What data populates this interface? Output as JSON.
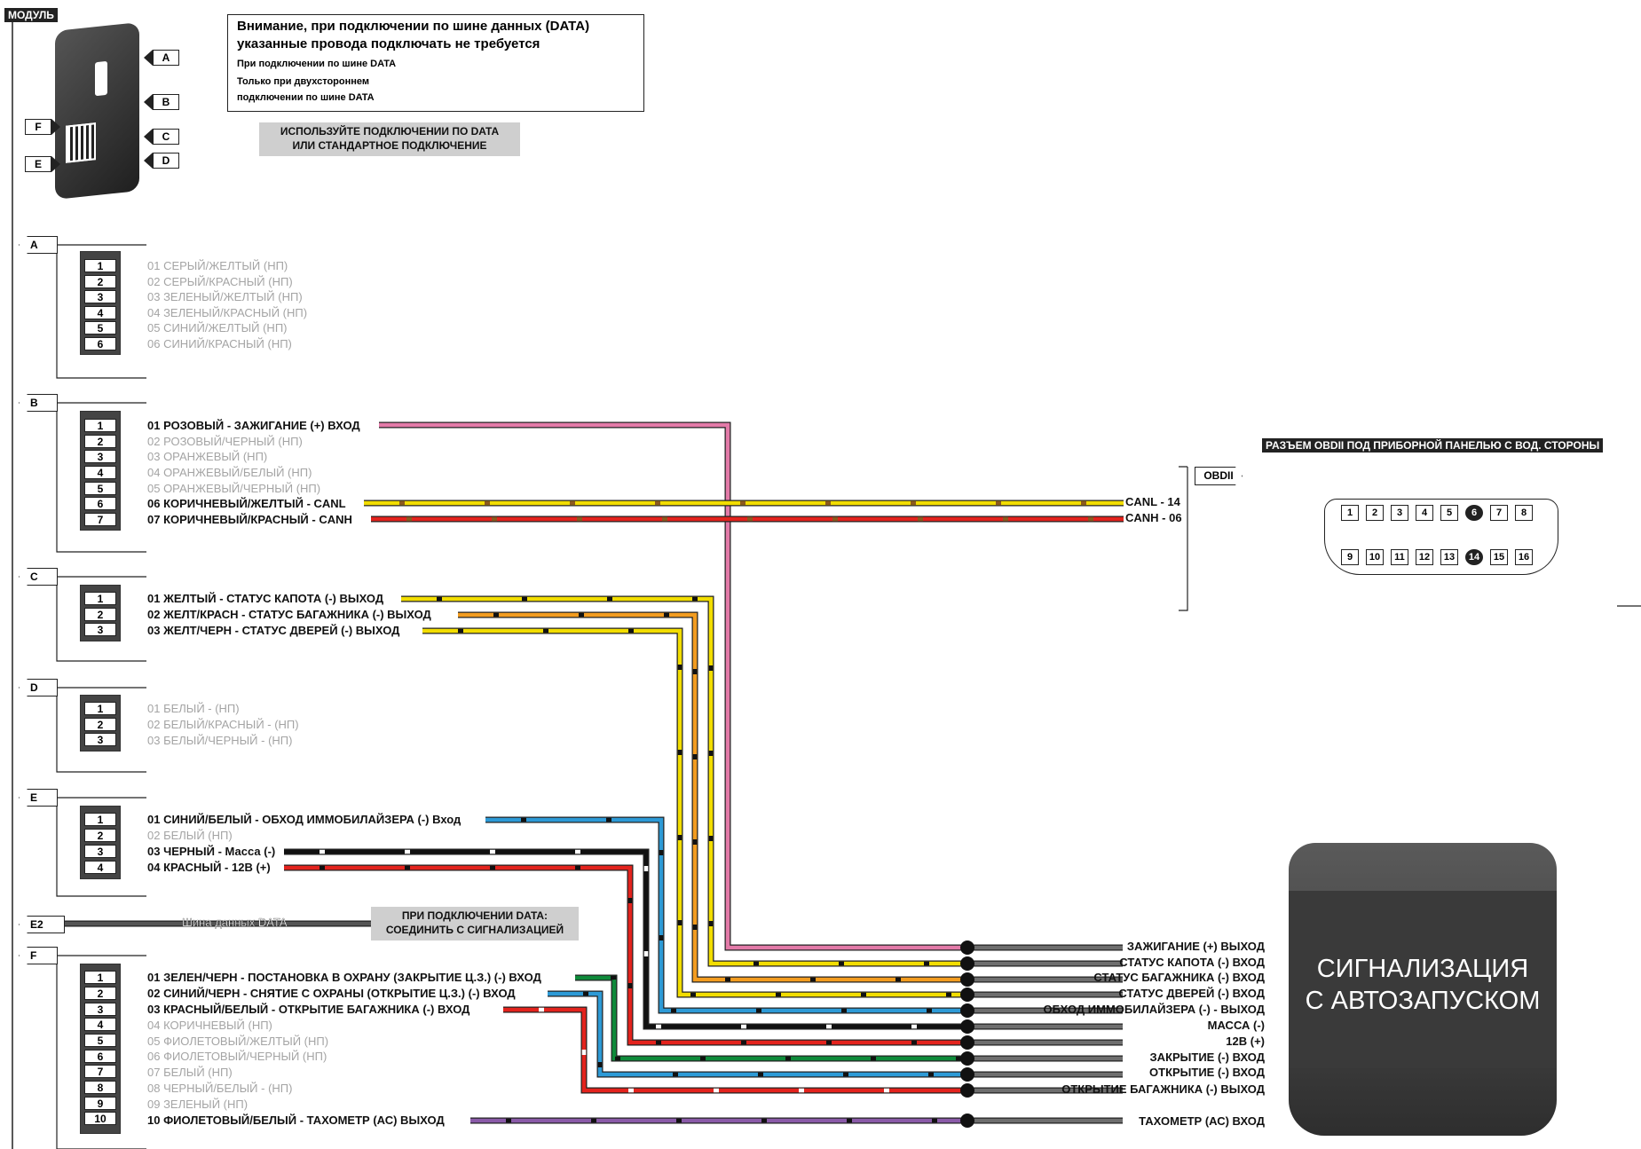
{
  "module": {
    "title": "МОДУЛЬ"
  },
  "module_ports": [
    "A",
    "B",
    "C",
    "D",
    "F",
    "E"
  ],
  "note": {
    "line1": "Внимание, при подключении по шине данных (DATA)",
    "line2": "указанные провода подключать не требуется",
    "legend1": "При подключении по шине DATA",
    "legend2a": "Только при двухстороннем",
    "legend2b": "подключении по шине DATA"
  },
  "grey_note": {
    "line1": "ИСПОЛЬЗУЙТЕ ПОДКЛЮЧЕНИИ ПО DATA",
    "line2": "ИЛИ СТАНДАРТНОЕ ПОДКЛЮЧЕНИЕ"
  },
  "sections": {
    "A": {
      "tag": "A",
      "pins": [
        "1",
        "2",
        "3",
        "4",
        "5",
        "6"
      ],
      "wires": [
        {
          "text": "01 СЕРЫЙ/ЖЕЛТЫЙ (НП)",
          "used": false
        },
        {
          "text": "02 СЕРЫЙ/КРАСНЫЙ (НП)",
          "used": false
        },
        {
          "text": "03 ЗЕЛЕНЫЙ/ЖЕЛТЫЙ (НП)",
          "used": false
        },
        {
          "text": "04 ЗЕЛЕНЫЙ/КРАСНЫЙ (НП)",
          "used": false
        },
        {
          "text": "05 СИНИЙ/ЖЕЛТЫЙ (НП)",
          "used": false
        },
        {
          "text": "06 СИНИЙ/КРАСНЫЙ (НП)",
          "used": false
        }
      ]
    },
    "B": {
      "tag": "B",
      "pins": [
        "1",
        "2",
        "3",
        "4",
        "5",
        "6",
        "7"
      ],
      "wires": [
        {
          "text": "01 РОЗОВЫЙ - ЗАЖИГАНИЕ (+) ВХОД",
          "used": true
        },
        {
          "text": "02 РОЗОВЫЙ/ЧЕРНЫЙ (НП)",
          "used": false
        },
        {
          "text": "03 ОРАНЖЕВЫЙ (НП)",
          "used": false
        },
        {
          "text": "04 ОРАНЖЕВЫЙ/БЕЛЫЙ (НП)",
          "used": false
        },
        {
          "text": "05 ОРАНЖЕВЫЙ/ЧЕРНЫЙ (НП)",
          "used": false
        },
        {
          "text": "06 КОРИЧНЕВЫЙ/ЖЕЛТЫЙ - CANL",
          "used": true
        },
        {
          "text": "07 КОРИЧНЕВЫЙ/КРАСНЫЙ - CANH",
          "used": true
        }
      ]
    },
    "C": {
      "tag": "C",
      "pins": [
        "1",
        "2",
        "3"
      ],
      "wires": [
        {
          "text": "01 ЖЕЛТЫЙ - СТАТУС КАПОТА (-) ВЫХОД",
          "used": true
        },
        {
          "text": "02 ЖЕЛТ/КРАСН - СТАТУС БАГАЖНИКА (-) ВЫХОД",
          "used": true
        },
        {
          "text": "03 ЖЕЛТ/ЧЕРН - СТАТУС ДВЕРЕЙ (-) ВЫХОД",
          "used": true
        }
      ]
    },
    "D": {
      "tag": "D",
      "pins": [
        "1",
        "2",
        "3"
      ],
      "wires": [
        {
          "text": "01 БЕЛЫЙ - (НП)",
          "used": false
        },
        {
          "text": "02 БЕЛЫЙ/КРАСНЫЙ - (НП)",
          "used": false
        },
        {
          "text": "03 БЕЛЫЙ/ЧЕРНЫЙ - (НП)",
          "used": false
        }
      ]
    },
    "E": {
      "tag": "E",
      "pins": [
        "1",
        "2",
        "3",
        "4"
      ],
      "wires": [
        {
          "text": "01 СИНИЙ/БЕЛЫЙ - ОБХОД ИММОБИЛАЙЗЕРА (-) Вход",
          "used": true
        },
        {
          "text": "02 БЕЛЫЙ (НП)",
          "used": false
        },
        {
          "text": "03 ЧЕРНЫЙ - Масса (-)",
          "used": true
        },
        {
          "text": "04 КРАСНЫЙ - 12В (+)",
          "used": true
        }
      ]
    },
    "E2": {
      "tag": "E2",
      "bus_label": "Шина данных DATA",
      "note1": "ПРИ ПОДКЛЮЧЕНИИ DATA:",
      "note2": "СОЕДИНИТЬ С СИГНАЛИЗАЦИЕЙ"
    },
    "F": {
      "tag": "F",
      "pins": [
        "1",
        "2",
        "3",
        "4",
        "5",
        "6",
        "7",
        "8",
        "9",
        "10"
      ],
      "wires": [
        {
          "text": "01 ЗЕЛЕН/ЧЕРН - ПОСТАНОВКА В ОХРАНУ (ЗАКРЫТИЕ Ц.З.) (-) ВХОД",
          "used": true
        },
        {
          "text": "02 СИНИЙ/ЧЕРН - СНЯТИЕ С ОХРАНЫ (ОТКРЫТИЕ Ц.З.) (-) ВХОД",
          "used": true
        },
        {
          "text": "03 КРАСНЫЙ/БЕЛЫЙ - ОТКРЫТИЕ БАГАЖНИКА (-) ВХОД",
          "used": true
        },
        {
          "text": "04 КОРИЧНЕВЫЙ (НП)",
          "used": false
        },
        {
          "text": "05 ФИОЛЕТОВЫЙ/ЖЕЛТЫЙ (НП)",
          "used": false
        },
        {
          "text": "06 ФИОЛЕТОВЫЙ/ЧЕРНЫЙ (НП)",
          "used": false
        },
        {
          "text": "07 БЕЛЫЙ (НП)",
          "used": false
        },
        {
          "text": "08 ЧЕРНЫЙ/БЕЛЫЙ - (НП)",
          "used": false
        },
        {
          "text": "09 ЗЕЛЕНЫЙ (НП)",
          "used": false
        },
        {
          "text": "10 ФИОЛЕТОВЫЙ/БЕЛЫЙ - ТАХОМЕТР (АС) ВЫХОД",
          "used": true
        }
      ]
    }
  },
  "obd": {
    "header": "РАЗЪЕМ OBDII ПОД ПРИБОРНОЙ ПАНЕЛЬЮ С ВОД. СТОРОНЫ",
    "tag": "OBDII",
    "canl": "CANL - 14",
    "canh": "CANH - 06",
    "top_pins": [
      "1",
      "2",
      "3",
      "4",
      "5",
      "6",
      "7",
      "8"
    ],
    "bottom_pins": [
      "9",
      "10",
      "11",
      "12",
      "13",
      "14",
      "15",
      "16"
    ],
    "highlight": [
      "6",
      "14"
    ]
  },
  "alarm": {
    "line1": "СИГНАЛИЗАЦИЯ",
    "line2": "С АВТОЗАПУСКОМ",
    "outputs": [
      "ЗАЖИГАНИЕ (+) ВЫХОД",
      "СТАТУС КАПОТА (-) ВХОД",
      "СТАТУС БАГАЖНИКА (-) ВХОД",
      "СТАТУС ДВЕРЕЙ (-) ВХОД",
      "ОБХОД ИММОБИЛАЙЗЕРА (-) - ВЫХОД",
      "МАССА (-)",
      "12В (+)",
      "ЗАКРЫТИЕ (-) ВХОД",
      "ОТКРЫТИЕ (-) ВХОД",
      "ОТКРЫТИЕ БАГАЖНИКА (-) ВЫХОД",
      "ТАХОМЕТР (АС) ВХОД"
    ]
  },
  "colors": {
    "pink": "#e37aa8",
    "yellow": "#f2dd00",
    "orange": "#f39c1f",
    "brown": "#8b5a1e",
    "red": "#e3231d",
    "blue": "#2d9ad6",
    "black": "#111111",
    "green": "#0f8a3a",
    "violet": "#8a5aa8",
    "grey": "#7a7a7a"
  }
}
